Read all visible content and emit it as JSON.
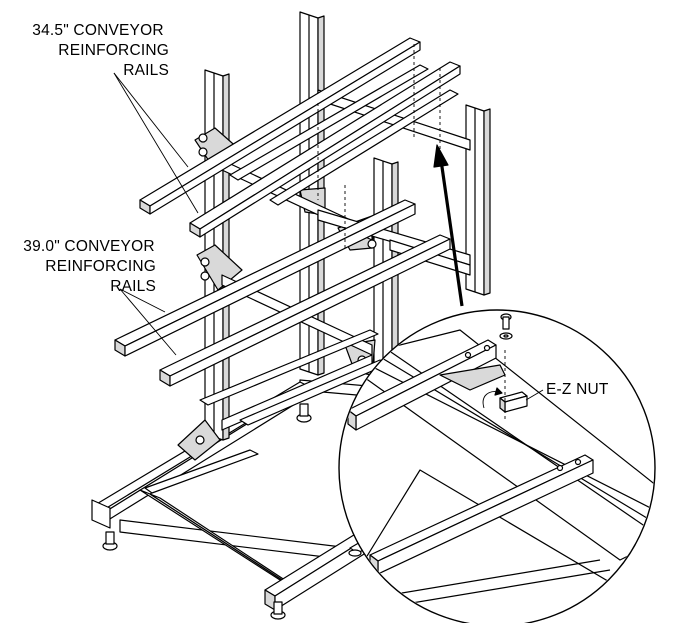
{
  "labels": {
    "rails_345": [
      "34.5\" CONVEYOR",
      "REINFORCING",
      "RAILS"
    ],
    "rails_390": [
      "39.0\" CONVEYOR",
      "REINFORCING",
      "RAILS"
    ],
    "ez_nut": "E-Z NUT"
  },
  "colors": {
    "line": "#000000",
    "fill": "#ffffff",
    "shade": "#d9d9d9",
    "dark": "#8a8a8a"
  }
}
